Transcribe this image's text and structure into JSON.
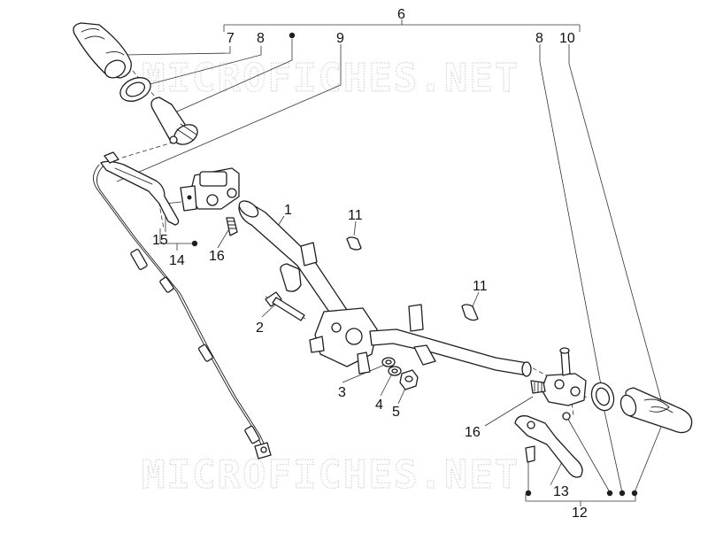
{
  "watermark": {
    "text": "MICROFICHES.NET"
  },
  "callouts": {
    "group_6": "6",
    "part_7": "7",
    "part_8_left": "8",
    "part_9": "9",
    "part_8_right": "8",
    "part_10": "10",
    "part_1": "1",
    "part_2": "2",
    "part_3": "3",
    "part_4": "4",
    "part_5": "5",
    "part_11_top": "11",
    "part_11_mid": "11",
    "part_15": "15",
    "group_14": "14",
    "part_16_left": "16",
    "part_16_right": "16",
    "part_13": "13",
    "group_12": "12"
  },
  "colors": {
    "ink": "#1e1e1e",
    "watermark": "#d4d4d4",
    "background": "#ffffff"
  }
}
